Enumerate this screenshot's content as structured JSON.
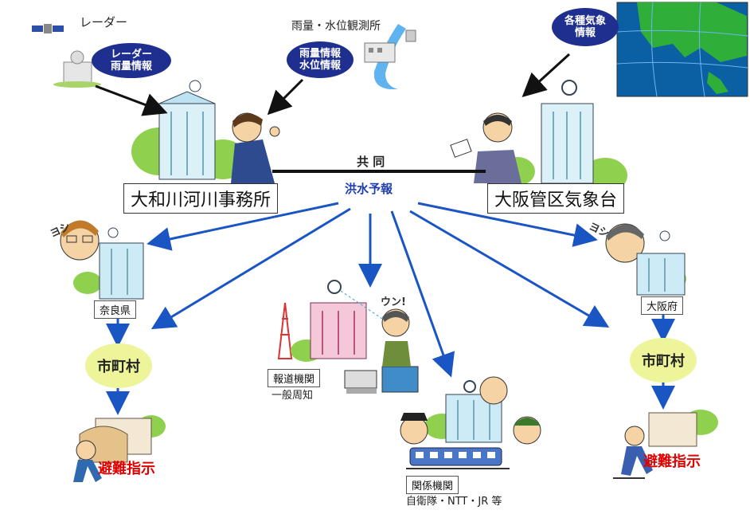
{
  "radar": {
    "title": "レーダー",
    "info_line1": "レーダー",
    "info_line2": "雨量情報"
  },
  "station": {
    "title": "雨量・水位観測所",
    "info_line1": "雨量情報",
    "info_line2": "水位情報"
  },
  "weather": {
    "info_line1": "各種気象",
    "info_line2": "情報"
  },
  "yamato_office": "大和川河川事務所",
  "osaka_observatory": "大阪管区気象台",
  "joint_label": "共 同",
  "flood_forecast": "洪水予報",
  "nara": {
    "name": "奈良県",
    "shout": "ヨシ",
    "city": "市町村",
    "evac": "避難指示"
  },
  "osaka_pref": {
    "name": "大阪府",
    "shout": "ヨシ",
    "city": "市町村",
    "evac": "避難指示"
  },
  "media": {
    "line1": "報道機関",
    "line2": "一般周知",
    "shout": "ウン!"
  },
  "agencies": {
    "line1": "関係機関",
    "line2": "自衛隊・NTT・JR 等"
  },
  "colors": {
    "arrow_blue": "#1a55c4",
    "bubble_navy": "#1f2f8f",
    "city_yellow": "#eef49a",
    "evac_red": "#e00000",
    "map_sea": "#0b5fa3",
    "map_land": "#2fae3a"
  }
}
